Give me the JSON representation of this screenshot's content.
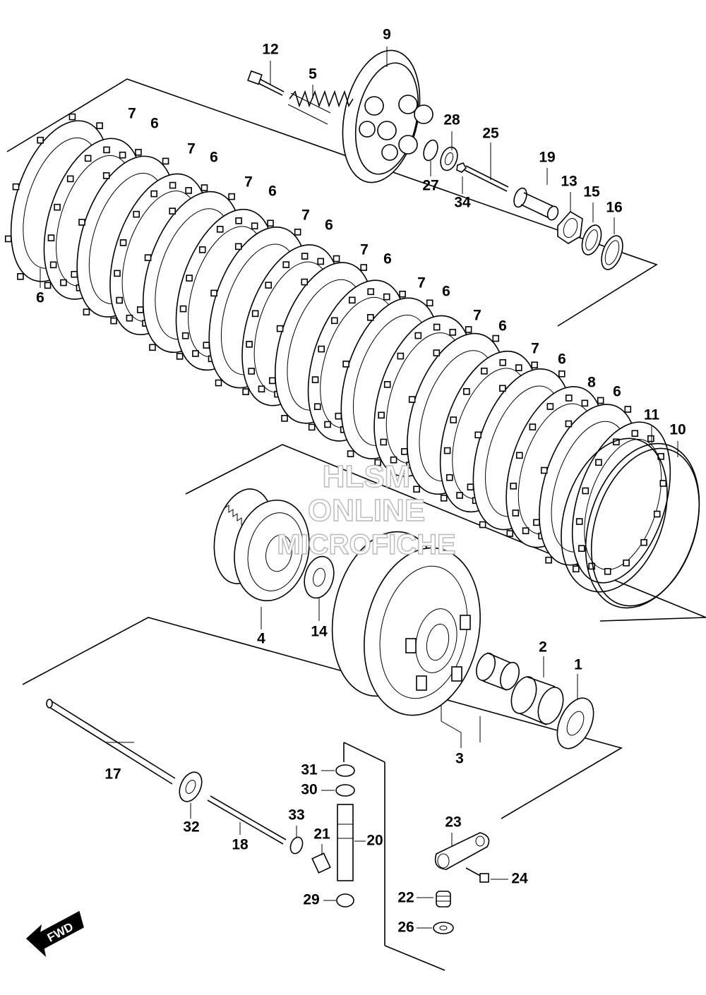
{
  "watermark": {
    "line1": "HLSM",
    "line2": "ONLINE",
    "line3": "MICROFICHE"
  },
  "fwd_label": "FWD",
  "labels": {
    "p1": "1",
    "p2": "2",
    "p3": "3",
    "p4": "4",
    "p5": "5",
    "p6": "6",
    "p7": "7",
    "p8": "8",
    "p9": "9",
    "p10": "10",
    "p11": "11",
    "p12": "12",
    "p13": "13",
    "p14": "14",
    "p15": "15",
    "p16": "16",
    "p17": "17",
    "p18": "18",
    "p19": "19",
    "p20": "20",
    "p21": "21",
    "p22": "22",
    "p23": "23",
    "p24": "24",
    "p25": "25",
    "p26": "26",
    "p27": "27",
    "p28": "28",
    "p29": "29",
    "p30": "30",
    "p31": "31",
    "p32": "32",
    "p33": "33",
    "p34": "34"
  }
}
